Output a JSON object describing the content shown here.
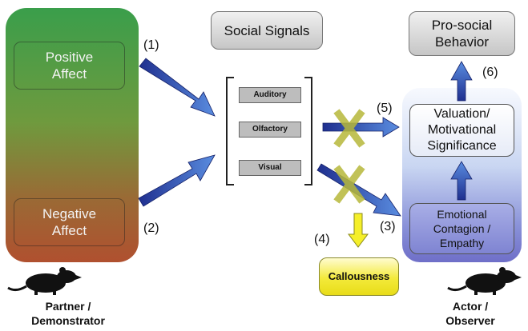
{
  "partner": {
    "positive_affect": [
      "Positive",
      "Affect"
    ],
    "negative_affect": [
      "Negative",
      "Affect"
    ],
    "caption": [
      "Partner /",
      "Demonstrator"
    ]
  },
  "social_signals": {
    "title": "Social Signals",
    "items": [
      "Auditory",
      "Olfactory",
      "Visual"
    ]
  },
  "observer": {
    "prosocial": [
      "Pro-social",
      "Behavior"
    ],
    "valuation": [
      "Valuation/",
      "Motivational",
      "Significance"
    ],
    "contagion": [
      "Emotional",
      "Contagion /",
      "Empathy"
    ],
    "caption": [
      "Actor /",
      "Observer"
    ]
  },
  "callousness": "Callousness",
  "steps": [
    "(1)",
    "(2)",
    "(3)",
    "(4)",
    "(5)",
    "(6)"
  ],
  "colors": {
    "arrow_dark": "#1f2f8f",
    "arrow_light": "#5a8de0",
    "cross": "#b7b83a",
    "callousness_fill": "#f0e62e",
    "down_arrow": "#f5ef2a"
  },
  "icons": {
    "partner_icon": "rat-silhouette-icon",
    "observer_icon": "rat-silhouette-icon"
  }
}
